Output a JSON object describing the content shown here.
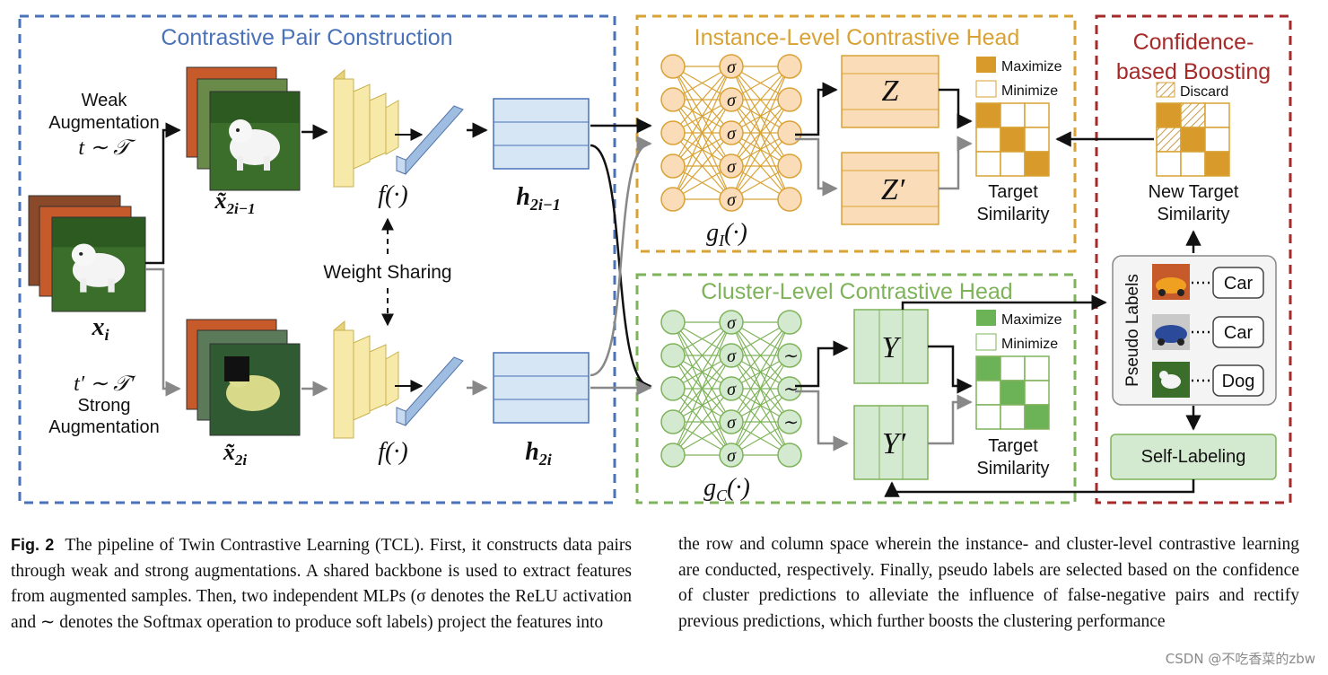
{
  "sections": {
    "pair": "Contrastive Pair Construction",
    "instance": "Instance-Level Contrastive Head",
    "cluster": "Cluster-Level Contrastive Head",
    "boost_line1": "Confidence-",
    "boost_line2": "based Boosting"
  },
  "aug": {
    "weak_line1": "Weak",
    "weak_line2": "Augmentation",
    "weak_formula": "t ∼ 𝒯",
    "strong_formula": "t′ ∼ 𝒯′",
    "strong_line1": "Strong",
    "strong_line2": "Augmentation"
  },
  "labels": {
    "xi": "x",
    "xi_sub": "i",
    "x2i1": "x̃",
    "x2i1_sub": "2i−1",
    "x2i": "x̃",
    "x2i_sub": "2i",
    "f": "f(·)",
    "h2i1": "h",
    "h2i1_sub": "2i−1",
    "h2i": "h",
    "h2i_sub": "2i",
    "weight_sharing": "Weight Sharing",
    "gI": "g",
    "gI_sub": "I",
    "gI_tail": "(·)",
    "gC": "g",
    "gC_sub": "C",
    "gC_tail": "(·)",
    "sigma": "σ",
    "softmax": "∼",
    "Z": "Z",
    "Zp": "Z′",
    "Y": "Y",
    "Yp": "Y′"
  },
  "legend": {
    "maximize": "Maximize",
    "minimize": "Minimize",
    "discard": "Discard"
  },
  "similarity": {
    "target_line1": "Target",
    "target_line2": "Similarity",
    "new_line1": "New Target",
    "new_line2": "Similarity"
  },
  "pseudo": {
    "title": "Pseudo Labels",
    "labels": [
      "Car",
      "Car",
      "Dog"
    ],
    "self_labeling": "Self-Labeling"
  },
  "colors": {
    "blue_section": "#4a72b8",
    "orange_section": "#d8a235",
    "green_section": "#7eb35a",
    "red_section": "#a52a2a",
    "orange_fill": "#fbdcb8",
    "orange_cell": "#d89a2a",
    "green_fill": "#d4ead0",
    "green_cell": "#6cb358",
    "backbone": "#f7e9a8",
    "feature": "#d6e6f5"
  },
  "caption": {
    "fig": "Fig. 2",
    "left": "The pipeline of Twin Contrastive Learning (TCL). First, it constructs data pairs through weak and strong augmentations. A shared backbone is used to extract features from augmented samples. Then, two independent MLPs (σ denotes the ReLU activation and ∼ denotes the Softmax operation to produce soft labels) project the features into",
    "right": "the row and column space wherein the instance- and cluster-level contrastive learning are conducted, respectively. Finally, pseudo labels are selected based on the confidence of cluster predictions to alleviate the influence of false-negative pairs and rectify previous predictions, which further boosts the clustering performance"
  },
  "watermark": "CSDN @不吃香菜的zbw"
}
